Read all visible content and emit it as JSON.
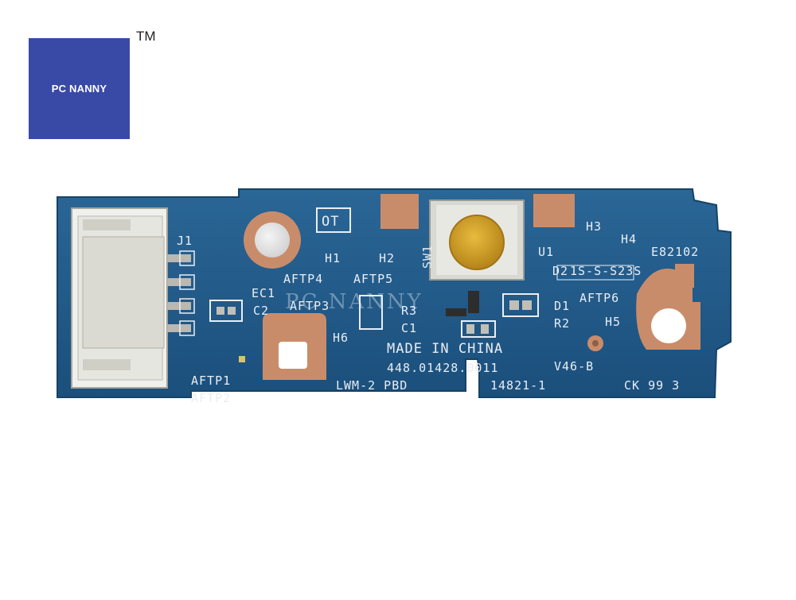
{
  "brand": {
    "logo_text": "PC NANNY",
    "trademark": "TM",
    "logo_color": "#3949a6"
  },
  "board": {
    "color": "#1f5a8a",
    "pad_color": "#c98c6b",
    "button_color": "#d4a22a",
    "silkscreen_labels": {
      "j1": "J1",
      "ot": "OT",
      "h1": "H1",
      "h2": "H2",
      "h3": "H3",
      "h4": "H4",
      "u1": "U1",
      "e82102": "E82102",
      "ec1": "EC1",
      "aftp4": "AFTP4",
      "aftp5": "AFTP5",
      "sw1": "SW1",
      "d2": "D2",
      "c2": "C2",
      "aftp3": "AFTP3",
      "r3": "R3",
      "d1": "D1",
      "aftp6": "AFTP6",
      "c1": "C1",
      "r2": "R2",
      "h5": "H5",
      "h6": "H6",
      "made_in_china": "MADE IN CHINA",
      "part_number": "448.01428.0011",
      "lwm_pbd": "LWM-2 PBD",
      "v46": "V46-B",
      "ck": "CK 99 3",
      "serial": "14821-1",
      "aftp1": "AFTP1",
      "aftp2": "AFTP2",
      "date_code": "1S-S-S23S"
    },
    "watermark": "PC NANNY"
  }
}
